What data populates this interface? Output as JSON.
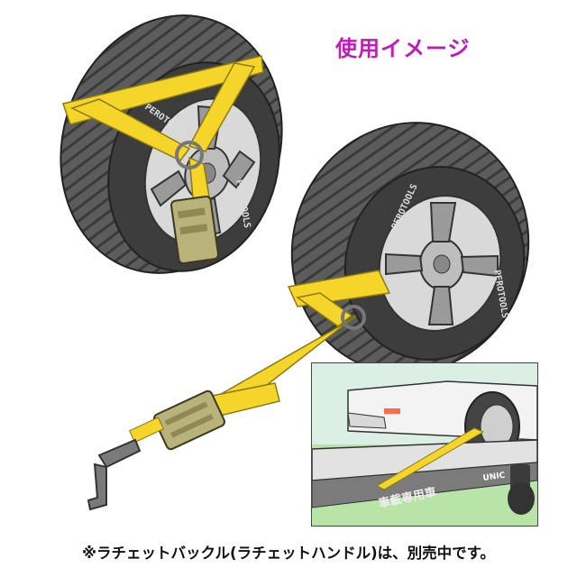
{
  "title": "使用イメージ",
  "caption": "※ラチェットバックル(ラチェットハンドル)は、別売中です。",
  "brand_on_tire": "PEROTOOLS",
  "truck_marking": "車載専用車",
  "truck_badge": "UNIC",
  "colors": {
    "title": "#c21ab8",
    "strap": "#f6d52a",
    "tire": "#5a5a5a",
    "rim": "#d9d9d9",
    "buckle": "#b9b27a"
  }
}
